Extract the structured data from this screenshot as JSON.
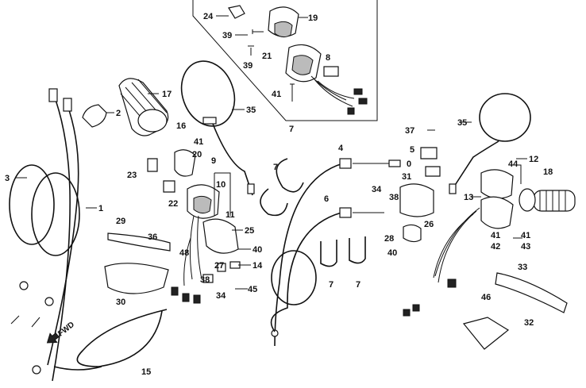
{
  "diagram": {
    "fwd_label": "FWD",
    "callouts": [
      {
        "id": "c24",
        "text": "24"
      },
      {
        "id": "c19",
        "text": "19"
      },
      {
        "id": "c39a",
        "text": "39"
      },
      {
        "id": "c39b",
        "text": "39"
      },
      {
        "id": "c21",
        "text": "21"
      },
      {
        "id": "c8",
        "text": "8"
      },
      {
        "id": "c41a",
        "text": "41"
      },
      {
        "id": "c17",
        "text": "17"
      },
      {
        "id": "c2",
        "text": "2"
      },
      {
        "id": "c35a",
        "text": "35"
      },
      {
        "id": "c16",
        "text": "16"
      },
      {
        "id": "c41b",
        "text": "41"
      },
      {
        "id": "c20",
        "text": "20"
      },
      {
        "id": "c23",
        "text": "23"
      },
      {
        "id": "c9",
        "text": "9"
      },
      {
        "id": "c10",
        "text": "10"
      },
      {
        "id": "c22",
        "text": "22"
      },
      {
        "id": "c11",
        "text": "11"
      },
      {
        "id": "c3",
        "text": "3"
      },
      {
        "id": "c1",
        "text": "1"
      },
      {
        "id": "c29",
        "text": "29"
      },
      {
        "id": "c36",
        "text": "36"
      },
      {
        "id": "c25",
        "text": "25"
      },
      {
        "id": "c48a",
        "text": "48"
      },
      {
        "id": "c40a",
        "text": "40"
      },
      {
        "id": "c27",
        "text": "27"
      },
      {
        "id": "c14",
        "text": "14"
      },
      {
        "id": "c38a",
        "text": "38"
      },
      {
        "id": "c30",
        "text": "30"
      },
      {
        "id": "c34a",
        "text": "34"
      },
      {
        "id": "c45",
        "text": "45"
      },
      {
        "id": "c15",
        "text": "15"
      },
      {
        "id": "c7a",
        "text": "7"
      },
      {
        "id": "c7b",
        "text": "7"
      },
      {
        "id": "c4",
        "text": "4"
      },
      {
        "id": "c0",
        "text": "0"
      },
      {
        "id": "c6",
        "text": "6"
      },
      {
        "id": "c7c",
        "text": "7"
      },
      {
        "id": "c7d",
        "text": "7"
      },
      {
        "id": "c37",
        "text": "37"
      },
      {
        "id": "c5",
        "text": "5"
      },
      {
        "id": "c35b",
        "text": "35"
      },
      {
        "id": "c31",
        "text": "31"
      },
      {
        "id": "c34b",
        "text": "34"
      },
      {
        "id": "c38b",
        "text": "38"
      },
      {
        "id": "c26",
        "text": "26"
      },
      {
        "id": "c28",
        "text": "28"
      },
      {
        "id": "c40b",
        "text": "40"
      },
      {
        "id": "c12",
        "text": "12"
      },
      {
        "id": "c44",
        "text": "44"
      },
      {
        "id": "c18",
        "text": "18"
      },
      {
        "id": "c13",
        "text": "13"
      },
      {
        "id": "c41c",
        "text": "41"
      },
      {
        "id": "c42",
        "text": "42"
      },
      {
        "id": "c41d",
        "text": "41"
      },
      {
        "id": "c43",
        "text": "43"
      },
      {
        "id": "c33",
        "text": "33"
      },
      {
        "id": "c46",
        "text": "46"
      },
      {
        "id": "c32",
        "text": "32"
      }
    ]
  }
}
